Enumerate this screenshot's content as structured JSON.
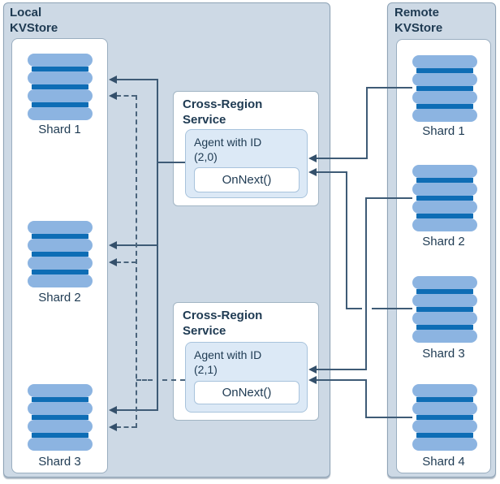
{
  "diagram": {
    "local": {
      "title": "Local KVStore",
      "shards": [
        "Shard 1",
        "Shard 2",
        "Shard 3"
      ]
    },
    "remote": {
      "title": "Remote KVStore",
      "shards": [
        "Shard 1",
        "Shard 2",
        "Shard 3",
        "Shard 4"
      ]
    },
    "services": [
      {
        "title": "Cross-Region Service",
        "agent": "Agent with ID (2,0)",
        "method": "OnNext()"
      },
      {
        "title": "Cross-Region Service",
        "agent": "Agent with ID (2,1)",
        "method": "OnNext()"
      }
    ],
    "colors": {
      "container_fill": "#CDD9E5",
      "container_border": "#8EA3B6",
      "shard_disk": "#8CB4E1",
      "shard_stripe": "#0E6DB5",
      "agent_fill": "#DCE9F6",
      "agent_border": "#A8C3DC",
      "solid_line": "#3E5B76",
      "dashed_line": "#4A647C",
      "text": "#1E3A52"
    }
  }
}
